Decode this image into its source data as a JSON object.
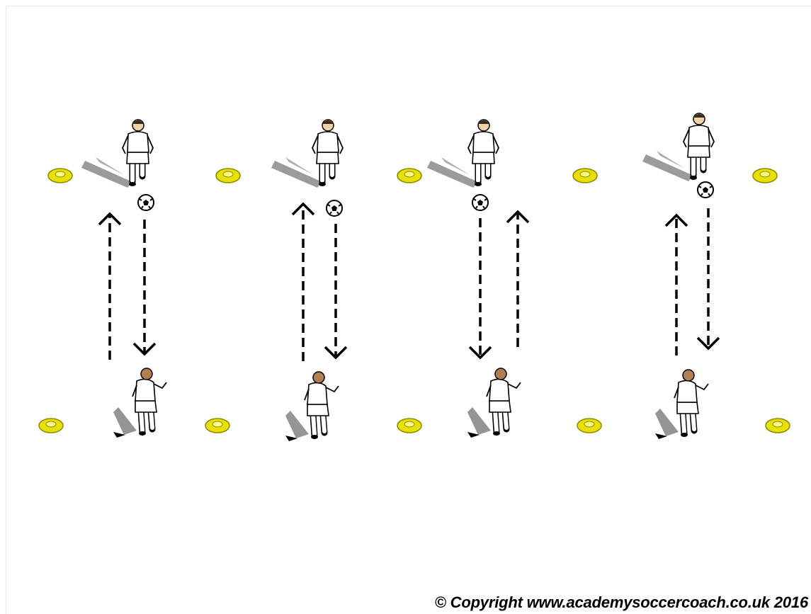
{
  "copyright": "© Copyright www.academysoccercoach.co.uk 2016",
  "colors": {
    "cone": "#e8e000",
    "cone_outline": "#8c8800",
    "kit": "#ffffff",
    "outline": "#000000",
    "shadow": "#8a8a8a",
    "skin": "#f2d2a8",
    "arrow": "#000000"
  },
  "icons": {
    "cone": "marker-cone-icon",
    "player": "player-icon",
    "ball": "soccer-ball-icon",
    "pass_arrow": "dashed-arrow-down-icon",
    "run_arrow": "dashed-arrow-up-icon"
  },
  "stations": [
    {
      "ball_pass": "down",
      "player_run": "up",
      "pass_side": "right"
    },
    {
      "ball_pass": "down",
      "player_run": "up",
      "pass_side": "right"
    },
    {
      "ball_pass": "down",
      "player_run": "up",
      "pass_side": "left"
    },
    {
      "ball_pass": "down",
      "player_run": "up",
      "pass_side": "right"
    }
  ]
}
